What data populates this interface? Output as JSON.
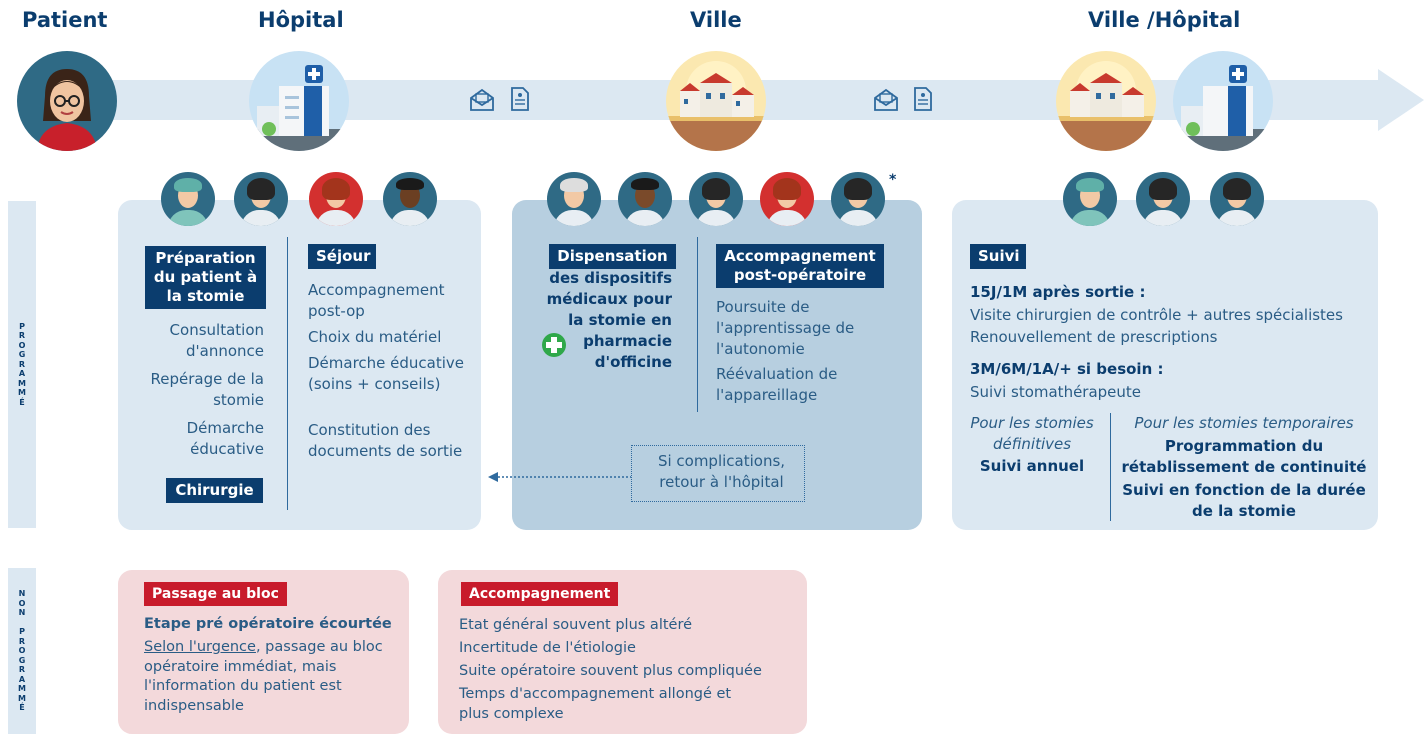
{
  "headers": {
    "patient": "Patient",
    "hopital": "Hôpital",
    "ville": "Ville",
    "ville_hopital": "Ville /Hôpital"
  },
  "side_labels": {
    "programme": [
      "P",
      "R",
      "O",
      "G",
      "R",
      "A",
      "M",
      "M",
      "É"
    ],
    "non_programme": [
      "N",
      "O",
      "N",
      "",
      "P",
      "R",
      "O",
      "G",
      "R",
      "A",
      "M",
      "M",
      "É"
    ]
  },
  "hopital_panel": {
    "prep_tag": "Préparation du patient à la stomie",
    "prep_items": [
      "Consultation d'annonce",
      "Repérage de la stomie",
      "Démarche éducative"
    ],
    "chirurgie_tag": "Chirurgie",
    "sejour_tag": "Séjour",
    "sejour_items": [
      "Accompagnement post-op",
      "Choix du matériel",
      "Démarche éducative (soins + conseils)",
      "Constitution des documents de sortie"
    ]
  },
  "ville_panel": {
    "dispensation_tag": "Dispensation",
    "dispensation_text": "des dispositifs médicaux pour la stomie en pharmacie d'officine",
    "accomp_tag": "Accompagnement post-opératoire",
    "accomp_items": [
      "Poursuite de l'apprentissage de l'autonomie",
      "Réévaluation de l'appareillage"
    ],
    "complications": "Si complications, retour à l'hôpital",
    "asterisk": "*"
  },
  "suivi_panel": {
    "suivi_tag": "Suivi",
    "period1": "15J/1M après sortie :",
    "period1_items": [
      "Visite chirurgien de contrôle + autres spécialistes",
      "Renouvellement de prescriptions"
    ],
    "period2": "3M/6M/1A/+ si besoin :",
    "period2_item": "Suivi stomathérapeute",
    "def_title": "Pour les stomies définitives",
    "def_item": "Suivi annuel",
    "temp_title": "Pour les stomies temporaires",
    "temp_item1": "Programmation du rétablissement de continuité",
    "temp_item2": "Suivi en fonction de la durée de la stomie"
  },
  "bloc_panel": {
    "tag": "Passage au bloc",
    "title": "Etape pré opératoire écourtée",
    "underlined": "Selon l'urgence",
    "text": ", passage au bloc opératoire immédiat, mais l'information du patient est indispensable"
  },
  "accomp_panel": {
    "tag": "Accompagnement",
    "items": [
      "Etat général souvent plus altéré",
      "Incertitude de l'étiologie",
      "Suite opératoire souvent plus compliquée",
      "Temps d'accompagnement allongé et plus complexe"
    ]
  },
  "colors": {
    "navy": "#0b3d6e",
    "light_blue": "#dce8f2",
    "panel_blue": "#b7cfe0",
    "pink": "#f3d9db",
    "red": "#c81b2b",
    "green": "#2fa84a"
  },
  "icons": [
    "patient-avatar",
    "hospital-icon",
    "town-icon",
    "mail-icon",
    "document-icon",
    "surgeon-avatar",
    "nurse-avatar",
    "doctor-avatar",
    "pharmacist-avatar",
    "pharmacy-cross-icon"
  ]
}
